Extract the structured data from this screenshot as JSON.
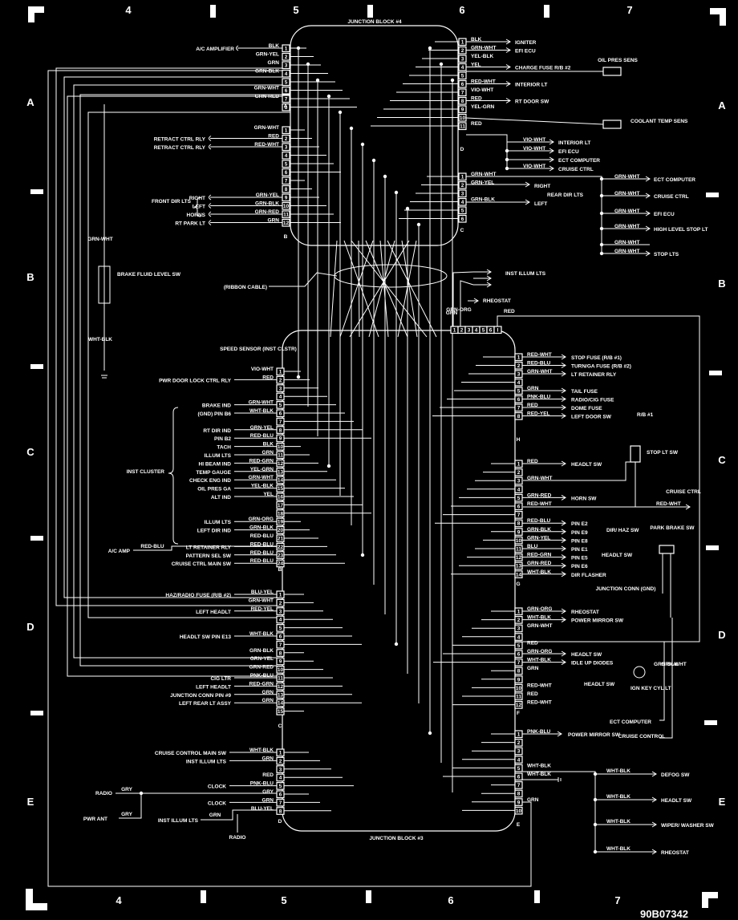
{
  "frame": {
    "col_top": [
      "4",
      "5",
      "6",
      "7"
    ],
    "col_bottom": [
      "4",
      "5",
      "6",
      "7"
    ],
    "row_left": [
      "A",
      "B",
      "C",
      "D",
      "E"
    ],
    "row_right": [
      "A",
      "B",
      "C",
      "D",
      "E"
    ],
    "doc_id": "90B07342"
  },
  "jb4": {
    "title": "JUNCTION BLOCK #4",
    "conn_labels": [
      "A",
      "B",
      "C",
      "D"
    ],
    "left_A": [
      {
        "pin": "1",
        "wire": "BLK",
        "label": "A/C AMPLIFIER"
      },
      {
        "pin": "2",
        "wire": "GRN-YEL",
        "label": ""
      },
      {
        "pin": "3",
        "wire": "GRN",
        "label": ""
      },
      {
        "pin": "4",
        "wire": "GRN-BLK",
        "label": ""
      },
      {
        "pin": "5",
        "wire": "",
        "label": ""
      },
      {
        "pin": "6",
        "wire": "GRN-WHT",
        "label": ""
      },
      {
        "pin": "7",
        "wire": "GRN-RED",
        "label": ""
      },
      {
        "pin": "8",
        "wire": "",
        "label": ""
      }
    ],
    "left_B": [
      {
        "pin": "1",
        "wire": "GRN-WHT",
        "label": ""
      },
      {
        "pin": "2",
        "wire": "RED",
        "label": "RETRACT CTRL RLY"
      },
      {
        "pin": "3",
        "wire": "RED-WHT",
        "label": "RETRACT CTRL RLY"
      },
      {
        "pin": "4",
        "wire": "",
        "label": ""
      },
      {
        "pin": "5",
        "wire": "",
        "label": ""
      },
      {
        "pin": "6",
        "wire": "",
        "label": ""
      },
      {
        "pin": "7",
        "wire": "",
        "label": ""
      },
      {
        "pin": "8",
        "wire": "",
        "label": ""
      },
      {
        "pin": "9",
        "wire": "GRN-YEL",
        "label": "RIGHT"
      },
      {
        "pin": "10",
        "wire": "GRN-BLK",
        "label": "LEFT"
      },
      {
        "pin": "11",
        "wire": "GRN-RED",
        "label": "HORNS"
      },
      {
        "pin": "12",
        "wire": "GRN",
        "label": "RT PARK LT"
      }
    ],
    "front_dir": "FRONT DIR LTS",
    "right_D": [
      {
        "pin": "1",
        "wire": "BLK",
        "label": "IGNITER"
      },
      {
        "pin": "2",
        "wire": "GRN-WHT",
        "label": "EFI ECU"
      },
      {
        "pin": "3",
        "wire": "YEL-BLK",
        "label": ""
      },
      {
        "pin": "4",
        "wire": "YEL",
        "label": "CHARGE FUSE R/B #2"
      },
      {
        "pin": "5",
        "wire": "",
        "label": ""
      },
      {
        "pin": "6",
        "wire": "RED-WHT",
        "label": "INTERIOR LT"
      },
      {
        "pin": "7",
        "wire": "VIO-WHT",
        "label": ""
      },
      {
        "pin": "8",
        "wire": "RED",
        "label": "RT DOOR SW"
      },
      {
        "pin": "9",
        "wire": "YEL-GRN",
        "label": ""
      },
      {
        "pin": "10",
        "wire": "",
        "label": ""
      },
      {
        "pin": "11",
        "wire": "RED",
        "label": ""
      }
    ],
    "oil_pres": "OIL PRES SENS",
    "coolant": "COOLANT TEMP SENS",
    "vio_branch": [
      {
        "wire": "VIO-WHT",
        "label": "INTERIOR LT"
      },
      {
        "wire": "VIO-WHT",
        "label": "EFI ECU"
      },
      {
        "wire": "",
        "label": "ECT COMPUTER"
      },
      {
        "wire": "VIO-WHT",
        "label": "CRUISE CTRL"
      }
    ],
    "right_C": [
      {
        "pin": "1",
        "wire": "GRN-WHT"
      },
      {
        "pin": "2",
        "wire": "GRN-YEL"
      },
      {
        "pin": "3",
        "wire": ""
      },
      {
        "pin": "4",
        "wire": "GRN-BLK"
      },
      {
        "pin": "5",
        "wire": ""
      },
      {
        "pin": "6",
        "wire": ""
      }
    ],
    "rear_dir": {
      "right": "RIGHT",
      "left": "LEFT",
      "title": "REAR DIR LTS"
    },
    "grn_wht_branch": [
      {
        "wire": "GRN-WHT",
        "label": "ECT COMPUTER"
      },
      {
        "wire": "GRN-WHT",
        "label": "CRUISE CTRL"
      },
      {
        "wire": "GRN-WHT",
        "label": "EFI ECU"
      },
      {
        "wire": "GRN-WHT",
        "label": "HIGH LEVEL STOP LT"
      },
      {
        "wire": "GRN-WHT",
        "label": ""
      },
      {
        "wire": "GRN-WHT",
        "label": "STOP LTS"
      }
    ]
  },
  "ribbon": "(RIBBON CABLE)",
  "brake": {
    "wire_top": "GRN-WHT",
    "label": "BRAKE FLUID LEVEL SW",
    "wire_bottom": "WHT-BLK"
  },
  "inst_illum": "INST ILLUM LTS",
  "rheostat_top": "RHEOSTAT",
  "i_pins": [
    "1",
    "2",
    "3",
    "4",
    "5",
    "6",
    "I"
  ],
  "i_wires": [
    "GRN",
    "GRN-ORG",
    "RED"
  ],
  "jb3": {
    "title": "JUNCTION BLOCK #3",
    "conn_labels": [
      "B",
      "C",
      "D",
      "H",
      "G",
      "F",
      "E"
    ],
    "speed_sensor": "SPEED SENSOR (INST CLSTR)",
    "left_B": [
      {
        "pin": "1",
        "wire": "VIO-WHT",
        "label": ""
      },
      {
        "pin": "2",
        "wire": "RED",
        "label": "PWR DOOR LOCK CTRL RLY"
      },
      {
        "pin": "3",
        "wire": "",
        "label": ""
      },
      {
        "pin": "4",
        "wire": "",
        "label": ""
      },
      {
        "pin": "5",
        "wire": "GRN-WHT",
        "label": "BRAKE IND"
      },
      {
        "pin": "6",
        "wire": "WHT-BLK",
        "label": "(GND) PIN B6"
      },
      {
        "pin": "7",
        "wire": "",
        "label": ""
      },
      {
        "pin": "8",
        "wire": "GRN-YEL",
        "label": "RT DIR IND"
      },
      {
        "pin": "9",
        "wire": "RED-BLU",
        "label": "PIN B2"
      },
      {
        "pin": "10",
        "wire": "BLK",
        "label": "TACH"
      },
      {
        "pin": "11",
        "wire": "GRN",
        "label": "ILLUM LTS"
      },
      {
        "pin": "12",
        "wire": "RED-GRN",
        "label": "HI BEAM IND"
      },
      {
        "pin": "13",
        "wire": "YEL-GRN",
        "label": "TEMP GAUGE"
      },
      {
        "pin": "14",
        "wire": "GRN-WHT",
        "label": "CHECK ENG IND"
      },
      {
        "pin": "15",
        "wire": "YEL-BLK",
        "label": "OIL PRES GA"
      },
      {
        "pin": "16",
        "wire": "YEL",
        "label": "ALT IND"
      },
      {
        "pin": "17",
        "wire": "",
        "label": ""
      },
      {
        "pin": "18",
        "wire": "",
        "label": ""
      },
      {
        "pin": "19",
        "wire": "GRN-ORG",
        "label": "ILLUM LTS"
      },
      {
        "pin": "20",
        "wire": "GRN-BLK",
        "label": "LEFT DIR IND"
      },
      {
        "pin": "21",
        "wire": "RED-BLU",
        "label": ""
      },
      {
        "pin": "22",
        "wire": "RED-BLU",
        "label": "LT RETAINER RLY"
      },
      {
        "pin": "23",
        "wire": "RED-BLU",
        "label": "PATTERN SEL SW"
      },
      {
        "pin": "24",
        "wire": "RED-BLU",
        "label": "CRUISE CTRL MAIN SW"
      }
    ],
    "inst_cluster": "INST CLUSTER",
    "ac_amp": {
      "label": "A/C AMP",
      "wire": "RED-BLU"
    },
    "left_C": [
      {
        "pin": "1",
        "wire": "BLU-YEL",
        "label": "HAZ/RADIO FUSE (R/B #2)"
      },
      {
        "pin": "2",
        "wire": "GRN-WHT",
        "label": ""
      },
      {
        "pin": "3",
        "wire": "RED-YEL",
        "label": "LEFT HEADLT"
      },
      {
        "pin": "4",
        "wire": "",
        "label": ""
      },
      {
        "pin": "5",
        "wire": "",
        "label": ""
      },
      {
        "pin": "6",
        "wire": "WHT-BLK",
        "label": "HEADLT SW PIN E13"
      },
      {
        "pin": "7",
        "wire": "",
        "label": ""
      },
      {
        "pin": "8",
        "wire": "GRN-BLK",
        "label": ""
      },
      {
        "pin": "9",
        "wire": "GRN-YEL",
        "label": ""
      },
      {
        "pin": "10",
        "wire": "GRN-RED",
        "label": ""
      },
      {
        "pin": "11",
        "wire": "PNK-BLU",
        "label": "CIG LTR"
      },
      {
        "pin": "12",
        "wire": "RED-GRN",
        "label": "LEFT HEADLT"
      },
      {
        "pin": "13",
        "wire": "GRN",
        "label": "JUNCTION CONN PIN #9"
      },
      {
        "pin": "14",
        "wire": "GRN",
        "label": "LEFT REAR LT ASSY"
      },
      {
        "pin": "15",
        "wire": "",
        "label": ""
      }
    ],
    "left_D": [
      {
        "pin": "1",
        "wire": "WHT-BLK",
        "label": "CRUISE CONTROL MAIN SW"
      },
      {
        "pin": "2",
        "wire": "GRN",
        "label": "INST ILLUM LTS"
      },
      {
        "pin": "3",
        "wire": "",
        "label": ""
      },
      {
        "pin": "4",
        "wire": "RED",
        "label": ""
      },
      {
        "pin": "5",
        "wire": "PNK-BLU",
        "label": "CLOCK"
      },
      {
        "pin": "6",
        "wire": "GRY",
        "label": ""
      },
      {
        "pin": "7",
        "wire": "GRN",
        "label": "CLOCK"
      },
      {
        "pin": "8",
        "wire": "BLU-YEL",
        "label": ""
      }
    ],
    "radio": "RADIO",
    "radio_wire": "GRY",
    "pwr_ant": "PWR ANT",
    "pwr_ant_wire": "GRY",
    "inst_illum_d": {
      "label": "INST ILLUM LTS",
      "wire": "GRN"
    },
    "radio_bottom": "RADIO",
    "right_H": [
      {
        "pin": "1",
        "wire": "RED-WHT",
        "label": "STOP FUSE (R/B #1)"
      },
      {
        "pin": "2",
        "wire": "RED-BLU",
        "label": "TURN/GA FUSE (R/B #2)"
      },
      {
        "pin": "3",
        "wire": "GRN-WHT",
        "label": "LT RETAINER RLY"
      },
      {
        "pin": "4",
        "wire": "",
        "label": ""
      },
      {
        "pin": "5",
        "wire": "GRN",
        "label": "TAIL FUSE"
      },
      {
        "pin": "6",
        "wire": "PNK-BLU",
        "label": "RADIO/CIG FUSE"
      },
      {
        "pin": "7",
        "wire": "RED",
        "label": "DOME FUSE"
      },
      {
        "pin": "8",
        "wire": "RED-YEL",
        "label": "LEFT DOOR SW"
      }
    ],
    "rb1": "R/B #1",
    "right_G": [
      {
        "pin": "1",
        "wire": "RED",
        "label": "HEADLT SW"
      },
      {
        "pin": "2",
        "wire": "",
        "label": ""
      },
      {
        "pin": "3",
        "wire": "GRN-WHT",
        "label": ""
      },
      {
        "pin": "4",
        "wire": "",
        "label": ""
      },
      {
        "pin": "5",
        "wire": "GRN-RED",
        "label": "HORN SW"
      },
      {
        "pin": "6",
        "wire": "RED-WHT",
        "label": ""
      },
      {
        "pin": "7",
        "wire": "",
        "label": ""
      },
      {
        "pin": "8",
        "wire": "RED-BLU",
        "label": "PIN E2"
      },
      {
        "pin": "9",
        "wire": "GRN-BLK",
        "label": "PIN E9"
      },
      {
        "pin": "10",
        "wire": "GRN-YEL",
        "label": "PIN E8"
      },
      {
        "pin": "11",
        "wire": "BLU",
        "label": "PIN E1"
      },
      {
        "pin": "12",
        "wire": "RED-GRN",
        "label": "PIN E5"
      },
      {
        "pin": "13",
        "wire": "GRN-RED",
        "label": "PIN E6"
      },
      {
        "pin": "14",
        "wire": "WHT-BLK",
        "label": "DIR FLASHER"
      }
    ],
    "dir_haz": "DIR/ HAZ SW",
    "headlt_sw_g": "HEADLT SW",
    "stop_lt_sw": "STOP LT SW",
    "cruise_ctrl_g": {
      "label": "CRUISE CTRL",
      "wire": "RED-WHT"
    },
    "park_brake": "PARK BRAKE SW",
    "junction_conn": "JUNCTION CONN (GND)",
    "park_wires": [
      "WHT-BLK",
      "GRN-WHT"
    ],
    "right_F": [
      {
        "pin": "1",
        "wire": "GRN-ORG",
        "label": "RHEOSTAT"
      },
      {
        "pin": "2",
        "wire": "WHT-BLK",
        "label": "POWER MIRROR SW"
      },
      {
        "pin": "3",
        "wire": "GRN-WHT",
        "label": ""
      },
      {
        "pin": "4",
        "wire": "",
        "label": ""
      },
      {
        "pin": "5",
        "wire": "RED",
        "label": ""
      },
      {
        "pin": "6",
        "wire": "GRN-ORG",
        "label": "HEADLT SW"
      },
      {
        "pin": "7",
        "wire": "WHT-BLK",
        "label": "IDLE UP DIODES"
      },
      {
        "pin": "8",
        "wire": "GRN",
        "label": ""
      },
      {
        "pin": "9",
        "wire": "",
        "label": ""
      },
      {
        "pin": "10",
        "wire": "RED-WHT",
        "label": ""
      },
      {
        "pin": "11",
        "wire": "RED",
        "label": ""
      },
      {
        "pin": "12",
        "wire": "RED-WHT",
        "label": ""
      }
    ],
    "headlt_sw_f": "HEADLT SW",
    "ign_key": "IGN KEY CYL LT",
    "ect_computer": "ECT COMPUTER",
    "f_wires": [
      "GRN-BLK",
      "GRN-WHT"
    ],
    "right_E": [
      {
        "pin": "1",
        "wire": "PNK-BLU",
        "label": "POWER MIRROR SW"
      },
      {
        "pin": "2",
        "wire": "",
        "label": ""
      },
      {
        "pin": "3",
        "wire": "",
        "label": ""
      },
      {
        "pin": "4",
        "wire": "",
        "label": ""
      },
      {
        "pin": "5",
        "wire": "WHT-BLK",
        "label": ""
      },
      {
        "pin": "6",
        "wire": "WHT-BLK",
        "label": ""
      },
      {
        "pin": "7",
        "wire": "",
        "label": ""
      },
      {
        "pin": "8",
        "wire": "",
        "label": ""
      },
      {
        "pin": "9",
        "wire": "GRN",
        "label": ""
      },
      {
        "pin": "10",
        "wire": "",
        "label": ""
      }
    ],
    "cruise_control_e": "CRUISE CONTROL",
    "e_branch": [
      {
        "wire": "WHT-BLK",
        "label": "DEFOG SW"
      },
      {
        "wire": "WHT-BLK",
        "label": "HEADLT SW"
      },
      {
        "wire": "WHT-BLK",
        "label": "WIPER/ WASHER SW"
      },
      {
        "wire": "WHT-BLK",
        "label": "RHEOSTAT"
      }
    ]
  }
}
